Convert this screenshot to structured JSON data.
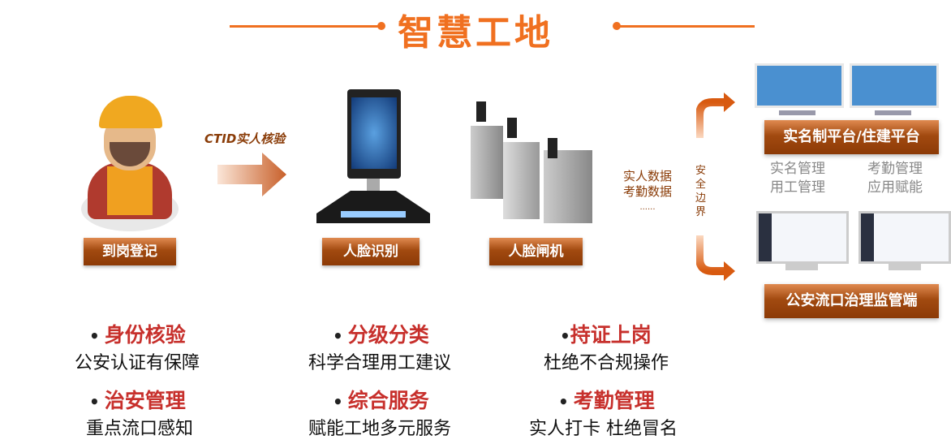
{
  "title": "智慧工地",
  "steps": [
    {
      "label": "到岗登记"
    },
    {
      "label": "人脸识别"
    },
    {
      "label": "人脸闸机"
    }
  ],
  "ctid_label": "CTID实人核验",
  "data_flow": {
    "line1": "实人数据",
    "line2": "考勤数据",
    "line3": "......"
  },
  "boundary": [
    "安",
    "全",
    "边",
    "界"
  ],
  "platforms": {
    "top": {
      "label": "实名制平台/住建平台",
      "features": [
        "实名管理",
        "考勤管理",
        "用工管理",
        "应用赋能"
      ]
    },
    "bottom": {
      "label": "公安流口治理监管端"
    }
  },
  "features": [
    {
      "title": "身份核验",
      "desc": "公安认证有保障"
    },
    {
      "title": "分级分类",
      "desc": "科学合理用工建议"
    },
    {
      "title": "持证上岗",
      "desc": "杜绝不合规操作"
    },
    {
      "title": "治安管理",
      "desc": "重点流口感知"
    },
    {
      "title": "综合服务",
      "desc": "赋能工地多元服务"
    },
    {
      "title": "考勤管理",
      "desc": "实人打卡 杜绝冒名"
    }
  ],
  "colors": {
    "accent": "#f07020",
    "label": "#8c3a06",
    "feature_title": "#c7302c"
  }
}
